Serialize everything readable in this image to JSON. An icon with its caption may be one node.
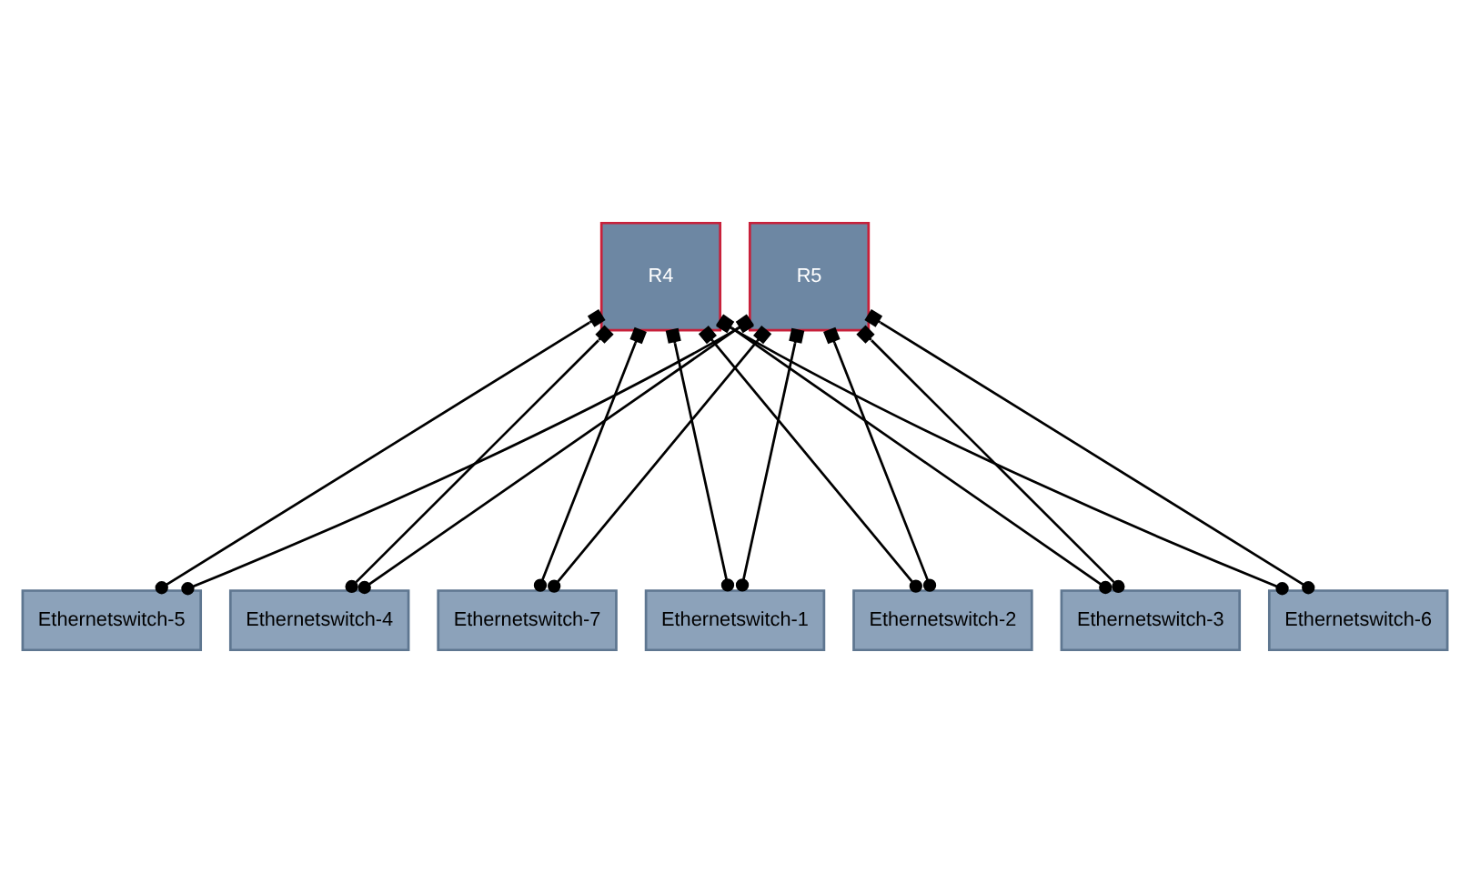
{
  "diagram": {
    "nodes": [
      {
        "text": [
          "R4"
        ]
      },
      {
        "text": [
          "R5"
        ]
      },
      {
        "text": [
          "Ethernetswitch-4"
        ]
      },
      {
        "text": [
          "Ethernetswitch-7"
        ]
      },
      {
        "text": [
          "Ethernetswitch-1"
        ]
      },
      {
        "text": [
          "Ethernetswitch-2"
        ]
      },
      {
        "text": [
          "Ethernetswitch-3"
        ]
      },
      {
        "text": [
          "Ethernetswitch-6"
        ]
      },
      {
        "text": [
          "Ethernetswitch-5"
        ]
      }
    ],
    "edges": [
      {
        "from": 0,
        "to": 2,
        "arrow": "other"
      },
      {
        "from": 0,
        "to": 3,
        "arrow": "other"
      },
      {
        "from": 0,
        "to": 4,
        "arrow": "other"
      },
      {
        "from": 0,
        "to": 5,
        "arrow": "other"
      },
      {
        "from": 0,
        "to": 6,
        "arrow": "other"
      },
      {
        "from": 0,
        "to": 7,
        "arrow": "other"
      },
      {
        "from": 0,
        "to": 8,
        "arrow": "other"
      },
      {
        "from": 1,
        "to": 2,
        "arrow": "other"
      },
      {
        "from": 1,
        "to": 3,
        "arrow": "other"
      },
      {
        "from": 1,
        "to": 4,
        "arrow": "other"
      },
      {
        "from": 1,
        "to": 5,
        "arrow": "other"
      },
      {
        "from": 1,
        "to": 6,
        "arrow": "other"
      },
      {
        "from": 1,
        "to": 7,
        "arrow": "other"
      },
      {
        "from": 1,
        "to": 8,
        "arrow": "other"
      }
    ]
  }
}
